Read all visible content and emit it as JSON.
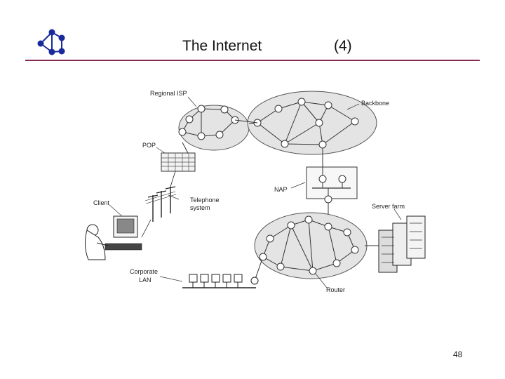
{
  "slide": {
    "title": "The Internet",
    "title_suffix": "(4)",
    "page_number": "48",
    "accent_color": "#8a2a57"
  },
  "logo": {
    "icon": "network-graph-icon",
    "color": "#1a2a9a"
  },
  "diagram": {
    "labels": {
      "regional_isp": "Regional ISP",
      "backbone": "Backbone",
      "pop": "POP",
      "nap": "NAP",
      "client": "Client",
      "telephone_1": "Telephone",
      "telephone_2": "system",
      "server_farm": "Server farm",
      "corporate_1": "Corporate",
      "corporate_2": "LAN",
      "router": "Router"
    }
  }
}
